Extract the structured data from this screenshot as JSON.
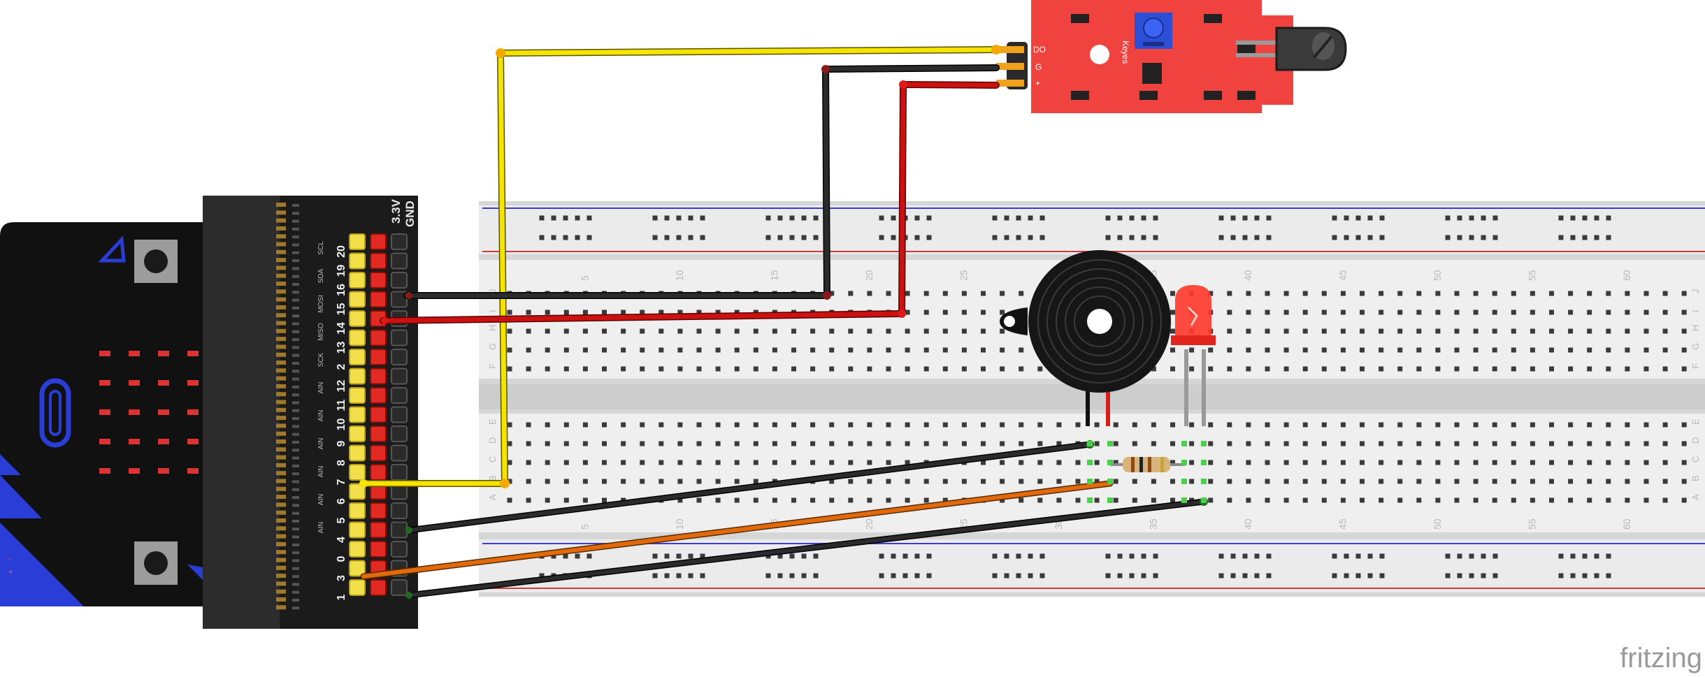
{
  "diagram": {
    "watermark": "fritzing",
    "breadboard": {
      "column_numbers": [
        "5",
        "10",
        "15",
        "20",
        "25",
        "30",
        "35",
        "40",
        "45",
        "50",
        "55",
        "60"
      ],
      "row_letters_top": [
        "J",
        "I",
        "H",
        "G",
        "F"
      ],
      "row_letters_bottom": [
        "E",
        "D",
        "C",
        "B",
        "A"
      ]
    },
    "microbit": {
      "header_labels": [
        "3.3V",
        "GND"
      ],
      "pin_numbers": [
        "20",
        "19",
        "16",
        "15",
        "14",
        "13",
        "2",
        "12",
        "11",
        "10",
        "9",
        "8",
        "7",
        "6",
        "5",
        "4",
        "0",
        "3",
        "1"
      ],
      "pin_function_labels": [
        "SCL",
        "SDA",
        "MOSI",
        "MISO",
        "SCK",
        "AIN",
        "AIN",
        "AIN",
        "AIN",
        "AIN",
        "AIN"
      ]
    },
    "sensor_module": {
      "pin_labels": [
        "DO",
        "G",
        "+"
      ],
      "brand": "Keyes"
    },
    "wire_colors": {
      "yellow": "#f5e400",
      "black": "#2b2b2b",
      "red": "#cc1111",
      "orange": "#e06a0c"
    },
    "accent_colors": {
      "sensor_board": "#f0433f",
      "led": "#ff3b2f",
      "microbit_blue": "#2a3dd6"
    }
  }
}
